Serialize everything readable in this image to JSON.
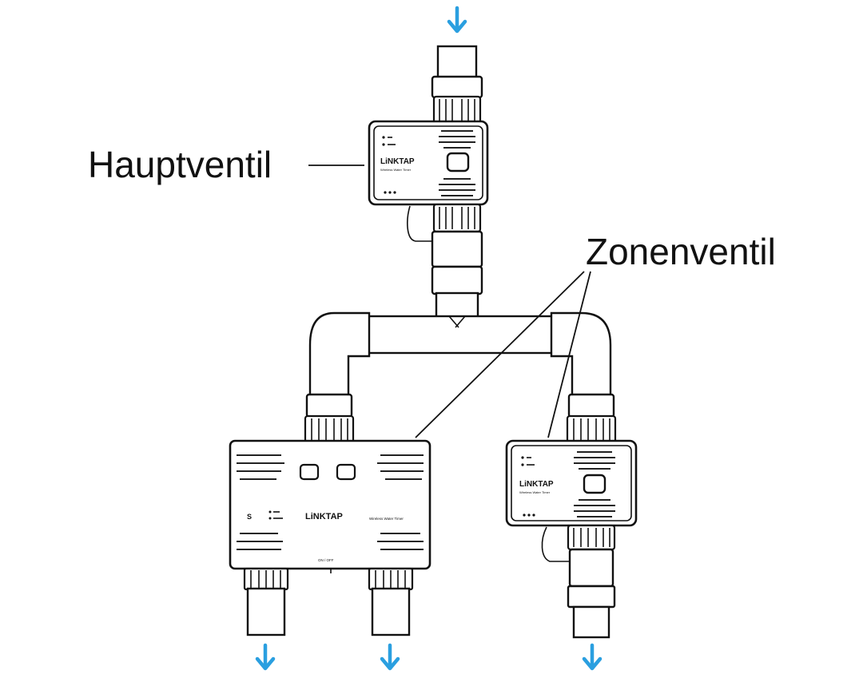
{
  "labels": {
    "main_valve": "Hauptventil",
    "zone_valve": "Zonenventil"
  },
  "devices": {
    "main_brand": "LiNKTAP",
    "main_model": "Wireless Water Timer",
    "zone_left_brand": "LiNKTAP",
    "zone_left_model": "Wireless Water Timer",
    "zone_left_switch": "ON / OFF",
    "zone_right_brand": "LiNKTAP",
    "zone_right_model": "Wireless Water Timer"
  },
  "colors": {
    "flow_arrow": "#2a9fe0",
    "line": "#111111"
  },
  "icons": {
    "flow": "arrow-down-icon"
  }
}
